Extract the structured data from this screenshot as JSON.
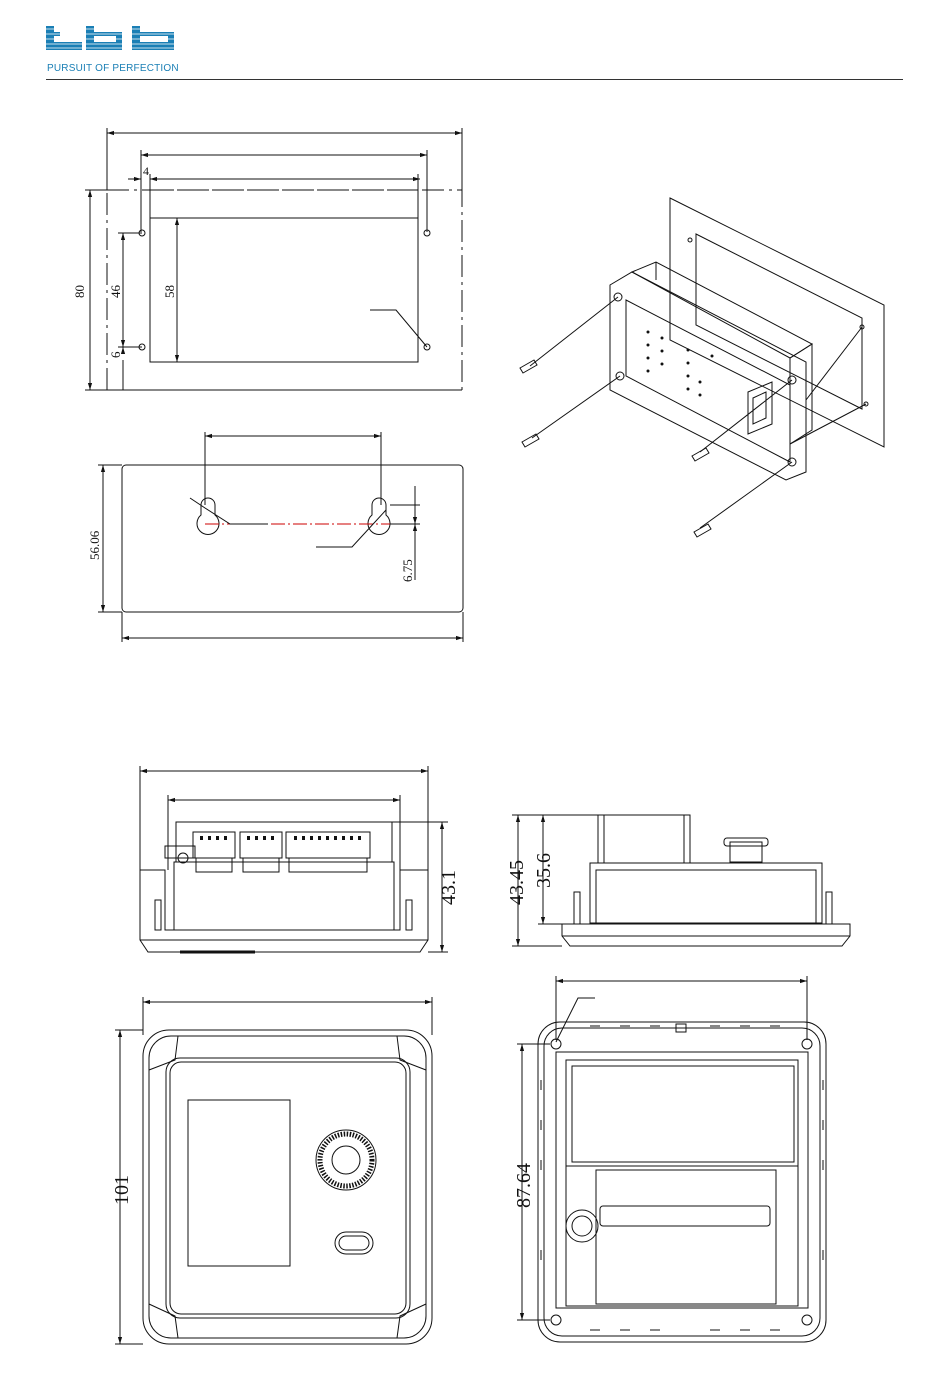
{
  "header": {
    "tagline": "PURSUIT OF PERFECTION",
    "brand_color": "#1a7fb5",
    "logo_text": "tbb"
  },
  "panel_cutout": {
    "dims": {
      "d4": "4",
      "d80": "80",
      "d46": "46",
      "d58": "58",
      "d6": "6"
    }
  },
  "rear_mount": {
    "dims": {
      "d5606": "56.06",
      "d675": "6.75"
    }
  },
  "side_view": {
    "dims": {
      "d431": "43.1"
    }
  },
  "right_view": {
    "dims": {
      "d4345": "43.45",
      "d356": "35.6"
    }
  },
  "front_view": {
    "dims": {
      "d101": "101"
    }
  },
  "back_view": {
    "dims": {
      "d8764": "87.64"
    }
  },
  "colors": {
    "line": "#111111",
    "centerline": "#cc0000"
  }
}
